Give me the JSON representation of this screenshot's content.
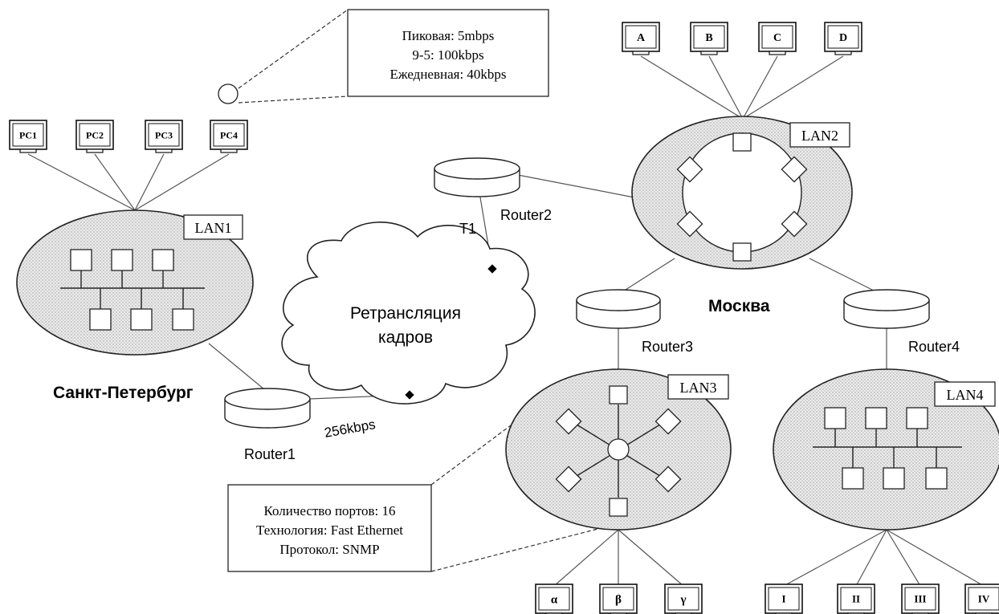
{
  "colors": {
    "stroke": "#222222",
    "lan_fill": "#e7e7e7",
    "background": "#ffffff"
  },
  "cities": {
    "spb": "Санкт-Петербург",
    "moscow": "Москва"
  },
  "lans": {
    "lan1": "LAN1",
    "lan2": "LAN2",
    "lan3": "LAN3",
    "lan4": "LAN4"
  },
  "routers": {
    "r1": "Router1",
    "r2": "Router2",
    "r3": "Router3",
    "r4": "Router4"
  },
  "links": {
    "t1": "T1",
    "speed_256": "256kbps"
  },
  "cloud": {
    "line1": "Ретрансляция",
    "line2": "кадров"
  },
  "top_callout": {
    "line1": "Пиковая: 5mbps",
    "line2": "9-5: 100kbps",
    "line3": "Ежедневная: 40kbps"
  },
  "bottom_callout": {
    "line1": "Количество портов: 16",
    "line2": "Технология: Fast Ethernet",
    "line3": "Протокол: SNMP"
  },
  "pcs_lan1": [
    "PC1",
    "PC2",
    "PC3",
    "PC4"
  ],
  "pcs_lan2": [
    "A",
    "B",
    "C",
    "D"
  ],
  "pcs_lan3": [
    "α",
    "β",
    "γ"
  ],
  "pcs_lan4": [
    "I",
    "II",
    "III",
    "IV"
  ]
}
